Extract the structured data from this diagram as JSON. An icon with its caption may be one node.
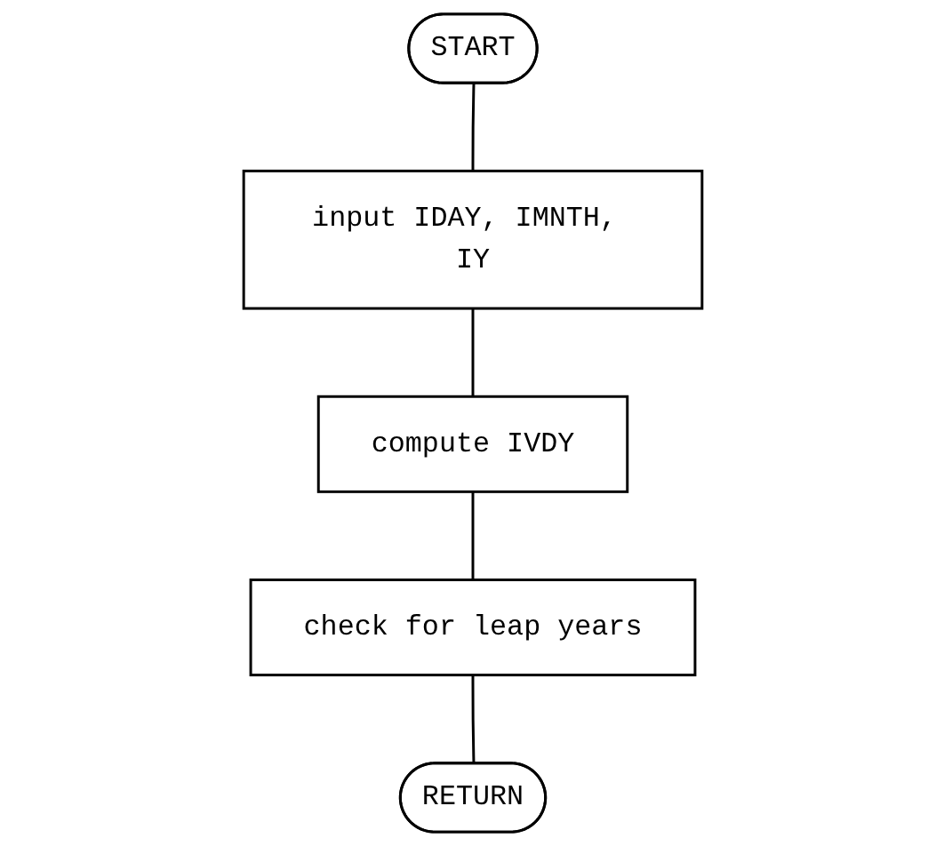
{
  "diagram": {
    "nodes": [
      {
        "text": [
          "START"
        ]
      },
      {
        "text": [
          "input IDAY, IMNTH, IY"
        ]
      },
      {
        "text": [
          "compute IVDY"
        ]
      },
      {
        "text": [
          "check for leap years"
        ]
      },
      {
        "text": [
          "RETURN"
        ]
      }
    ],
    "edges": [
      {
        "from": 0,
        "to": 1,
        "arrow": "none"
      },
      {
        "from": 1,
        "to": 2,
        "arrow": "none"
      },
      {
        "from": 2,
        "to": 3,
        "arrow": "none"
      },
      {
        "from": 3,
        "to": 4,
        "arrow": "none"
      }
    ]
  }
}
